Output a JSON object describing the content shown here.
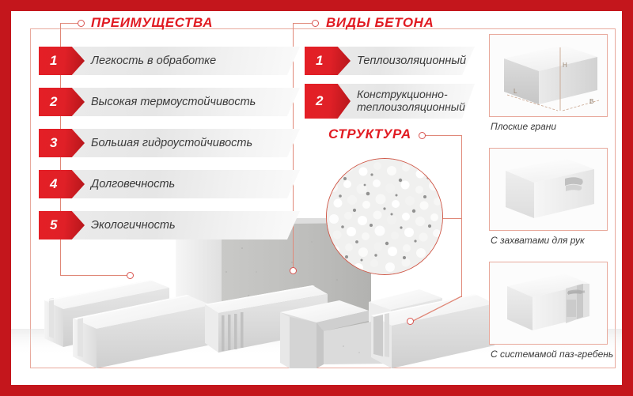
{
  "theme": {
    "brand_red": "#c4161c",
    "accent_red": "#e11b22",
    "connector": "#e08878",
    "frame_pink": "#e8a99c",
    "bar_gray": "#ececec",
    "text_dark": "#3a3a3a"
  },
  "sections": {
    "advantages": {
      "title": "ПРЕИМУЩЕСТВА",
      "items": [
        {
          "num": "1",
          "label": "Легкость в обработке"
        },
        {
          "num": "2",
          "label": "Высокая термоустойчивость"
        },
        {
          "num": "3",
          "label": "Большая гидроустойчивость"
        },
        {
          "num": "4",
          "label": "Долговечность"
        },
        {
          "num": "5",
          "label": "Экологичность"
        }
      ]
    },
    "concrete_types": {
      "title": "ВИДЫ БЕТОНА",
      "items": [
        {
          "num": "1",
          "label": "Теплоизоляционный"
        },
        {
          "num": "2",
          "label": "Конструкционно-\nтеплоизоляционный"
        }
      ]
    },
    "structure": {
      "title": "СТРУКТУРА"
    }
  },
  "block_panels": [
    {
      "caption": "Плоские грани",
      "dims": {
        "length": "L",
        "height": "H",
        "width": "B"
      }
    },
    {
      "caption": "С захватами для рук"
    },
    {
      "caption": "С системамой паз-гребень"
    }
  ]
}
